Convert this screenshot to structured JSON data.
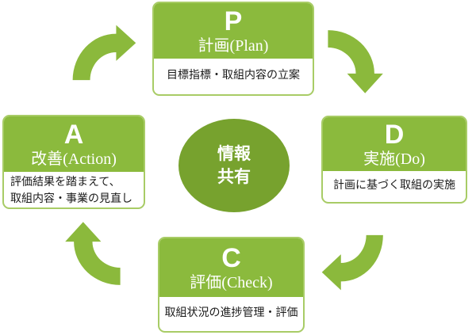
{
  "diagram": {
    "type": "pdca-cycle",
    "center": {
      "label": "情報\n共有"
    },
    "nodes": [
      {
        "id": "plan",
        "letter": "P",
        "title": "計画(Plan)",
        "body": "目標指標・取組内容の立案"
      },
      {
        "id": "do",
        "letter": "D",
        "title": "実施(Do)",
        "body": "計画に基づく取組の実施"
      },
      {
        "id": "check",
        "letter": "C",
        "title": "評価(Check)",
        "body": "取組状況の進捗管理・評価"
      },
      {
        "id": "action",
        "letter": "A",
        "title": "改善(Action)",
        "body": "評価結果を踏まえて、\n取組内容・事業の見直し"
      }
    ],
    "arrows": [
      {
        "id": "action-to-plan",
        "position": "top-left",
        "direction": "curves-up-then-right"
      },
      {
        "id": "plan-to-do",
        "position": "top-right",
        "direction": "curves-right-then-down"
      },
      {
        "id": "do-to-check",
        "position": "bottom-right",
        "direction": "curves-down-then-left"
      },
      {
        "id": "check-to-action",
        "position": "bottom-left",
        "direction": "curves-left-then-up"
      }
    ],
    "colors": {
      "box_green": "#8BBA3D",
      "circle_green": "#77A22E",
      "border_green": "#A8CC66",
      "arrow_green": "#8BB93C",
      "body_text": "#1A1A1A",
      "background": "#FFFFFF"
    }
  }
}
